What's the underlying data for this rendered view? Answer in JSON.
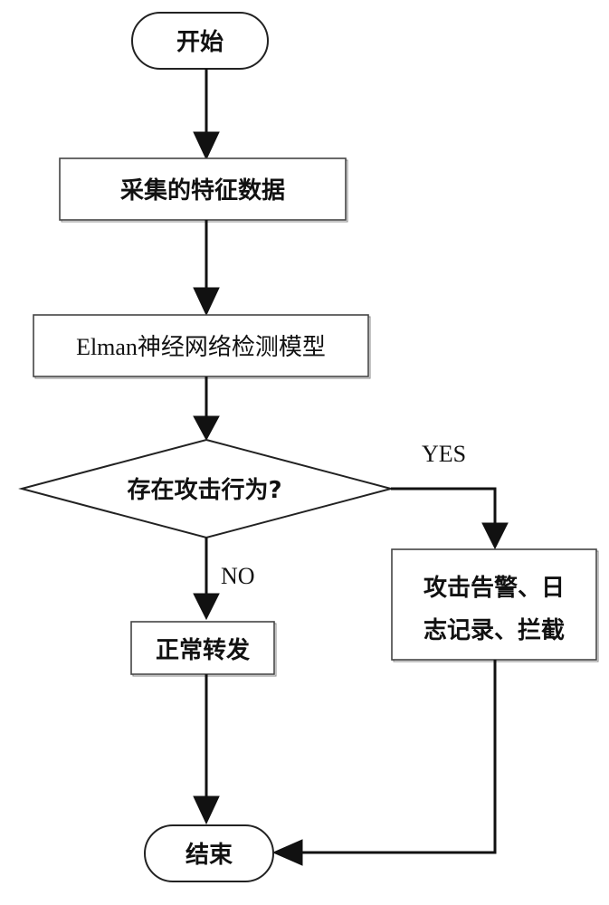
{
  "diagram": {
    "nodes": {
      "start": "开始",
      "collect": "采集的特征数据",
      "model": "Elman神经网络检测模型",
      "decision": "存在攻击行为?",
      "forward": "正常转发",
      "alarm_line1": "攻击告警、日",
      "alarm_line2": "志记录、拦截",
      "end": "结束"
    },
    "edge_labels": {
      "yes": "YES",
      "no": "NO"
    },
    "colors": {
      "stroke": "#111111",
      "fill": "#ffffff"
    }
  }
}
